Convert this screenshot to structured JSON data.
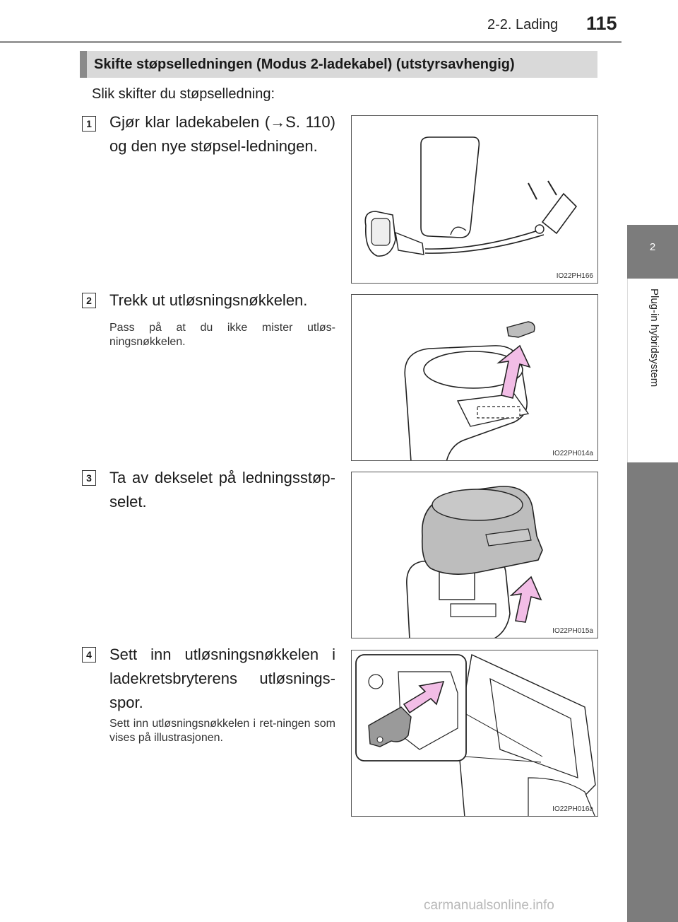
{
  "header": {
    "section": "2-2. Lading",
    "page_number": "115"
  },
  "side_tab": {
    "chapter_number": "2",
    "chapter_label": "Plug-in hybridsystem"
  },
  "section_title": "Skifte støpselledningen (Modus 2-ladekabel) (utstyrsavhengig)",
  "intro": "Slik skifter du støpselledning:",
  "steps": [
    {
      "number": "1",
      "text": "Gjør klar ladekabelen (→S. 110) og den nye støpsel-ledningen.",
      "note": "",
      "figure_code": "IO22PH166"
    },
    {
      "number": "2",
      "text": "Trekk ut utløsningsnøkkelen.",
      "note": "Pass på at du ikke mister utløs-ningsnøkkelen.",
      "figure_code": "IO22PH014a"
    },
    {
      "number": "3",
      "text": "Ta av dekselet på ledningsstøp-selet.",
      "note": "",
      "figure_code": "IO22PH015a"
    },
    {
      "number": "4",
      "text": "Sett inn utløsningsnøkkelen i ladekretsbryterens utløsnings-spor.",
      "note": "Sett inn utløsningsnøkkelen i ret-ningen som vises på illustrasjonen.",
      "figure_code": "IO22PH016a"
    }
  ],
  "watermark": "carmanualsonline.info",
  "colors": {
    "arrow_fill": "#f2bde6",
    "cover_fill": "#bdbdbd",
    "title_band": "#d9d9d9",
    "tab_gray": "#7c7c7c"
  }
}
